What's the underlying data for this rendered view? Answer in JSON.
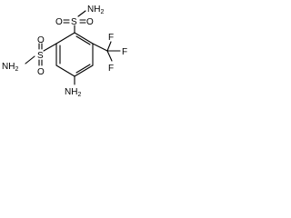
{
  "molecule": {
    "labels": {
      "nh2_top": "NH",
      "nh2_top_sub": "2",
      "s_top": "S",
      "o_top_left": "O",
      "o_top_right": "O",
      "nh2_left": "NH",
      "nh2_left_sub": "2",
      "s_left": "S",
      "o_left_top": "O",
      "o_left_bottom": "O",
      "nh2_bottom": "NH",
      "nh2_bottom_sub": "2",
      "cf3_f_top": "F",
      "cf3_f_right": "F",
      "cf3_f_bottom": "F"
    },
    "colors": {
      "bond": "#000000",
      "atom": "#000000",
      "background": "#ffffff"
    }
  }
}
